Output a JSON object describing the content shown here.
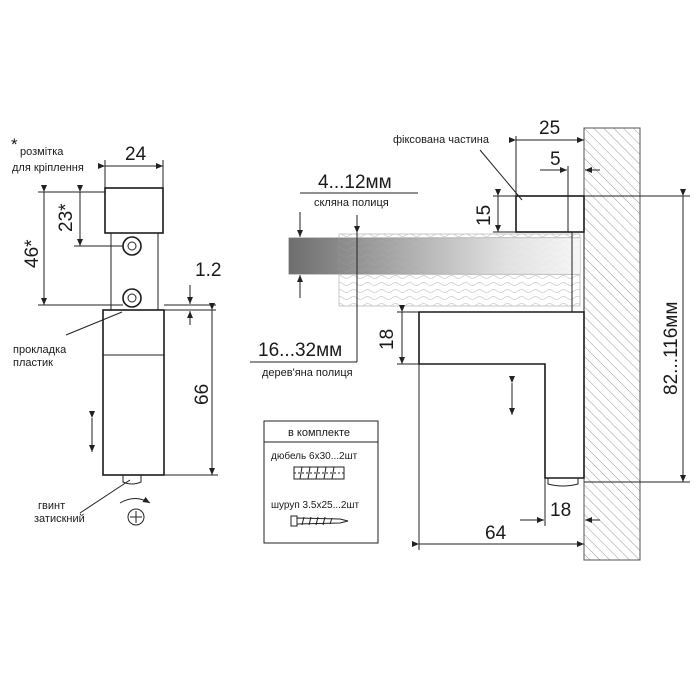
{
  "diagram": {
    "left_view": {
      "marking_star": "*",
      "marking_label_1": "розмітка",
      "marking_label_2": "для кріплення",
      "dim_width": "24",
      "dim_hole": "23*",
      "dim_total": "46*",
      "dim_gap": "1.2",
      "dim_body": "66",
      "pad_label_1": "прокладка",
      "pad_label_2": "пластик",
      "screw_label_1": "гвинт",
      "screw_label_2": "затискний"
    },
    "right_view": {
      "fixed_part_label": "фіксована частина",
      "dim_top": "25",
      "dim_offset": "5",
      "glass_thickness": "4...12мм",
      "glass_label": "скляна полиця",
      "dim_fixed_height": "15",
      "wood_thickness": "16...32мм",
      "wood_label": "дерев'яна полиця",
      "dim_lower_gap": "18",
      "dim_height_range": "82...116мм",
      "dim_bottom": "18",
      "dim_depth": "64"
    },
    "kit": {
      "title": "в комплекте",
      "item1": "дюбель 6х30...2шт",
      "item2": "шуруп 3.5х25...2шт"
    },
    "colors": {
      "line": "#222222",
      "wall_hatch": "#9a9a9a",
      "glass_dark": "#707070",
      "glass_light": "#f4f4f4"
    }
  }
}
